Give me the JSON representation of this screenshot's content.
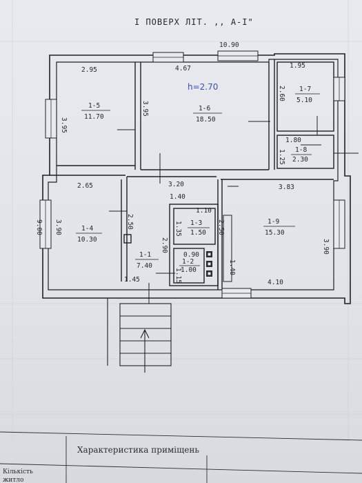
{
  "plan": {
    "title": "І ПОВЕРХ ЛІТ. ,, А-І\"",
    "overall_width": "10.90",
    "overall_height": "9.00",
    "height_note": "h=2.70"
  },
  "rooms": [
    {
      "id": "1-5",
      "area": "11.70",
      "w": "2.95",
      "h": "3.95"
    },
    {
      "id": "1-6",
      "area": "18.50",
      "w": "4.67",
      "h": "3.95"
    },
    {
      "id": "1-7",
      "area": "5.10",
      "w": "1.95",
      "h": "2.60"
    },
    {
      "id": "1-8",
      "area": "2.30",
      "w": "1.80",
      "h": "1.25"
    },
    {
      "id": "1-4",
      "area": "10.30",
      "w": "2.65",
      "h": "3.90"
    },
    {
      "id": "1-3",
      "area": "1.50",
      "w": "1.10",
      "h": "1.35"
    },
    {
      "id": "1-2",
      "area": "1.00",
      "w": "0.90",
      "h": "1.15"
    },
    {
      "id": "1-1",
      "area": "7.40",
      "w": "1.45",
      "h": "2.90"
    },
    {
      "id": "1-9",
      "area": "15.30",
      "w": "3.83",
      "h": "3.90"
    }
  ],
  "extra_dims": {
    "corridor_top": "3.20",
    "wc_left": "2.50",
    "small_top": "1.40",
    "core_side": "2.50",
    "room9_inner": "1.40",
    "room9_bottom": "4.10"
  },
  "footer": {
    "heading": "Характеристика приміщень",
    "row_label_1": "Кількість",
    "row_label_2": "житло"
  }
}
